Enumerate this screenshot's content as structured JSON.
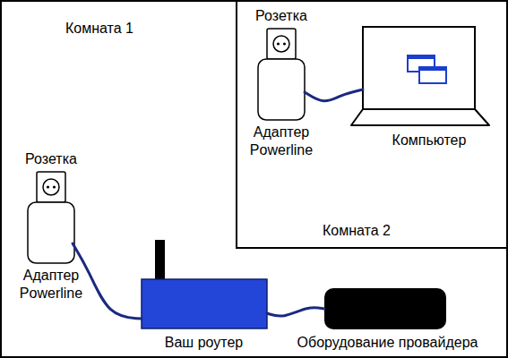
{
  "diagram": {
    "nodes": [
      {
        "text": [
          "Комната 1"
        ]
      },
      {
        "text": [
          "Комната 2"
        ],
        "in": 0
      },
      {
        "text": [
          "Розетка",
          "Адаптер Powerline"
        ],
        "in": 1
      },
      {
        "text": [
          "Компьютер"
        ],
        "in": 1
      },
      {
        "text": [
          "Розетка",
          "Адаптер Powerline"
        ],
        "in": 0
      },
      {
        "text": [
          "Ваш роутер"
        ],
        "in": 0
      },
      {
        "text": [
          "Оборудование провайдера"
        ],
        "in": 0
      }
    ],
    "edges": [
      {
        "from": 2,
        "to": 3,
        "arrow": "none"
      },
      {
        "from": 4,
        "to": 5,
        "arrow": "none"
      },
      {
        "from": 5,
        "to": 6,
        "arrow": "none"
      }
    ]
  }
}
